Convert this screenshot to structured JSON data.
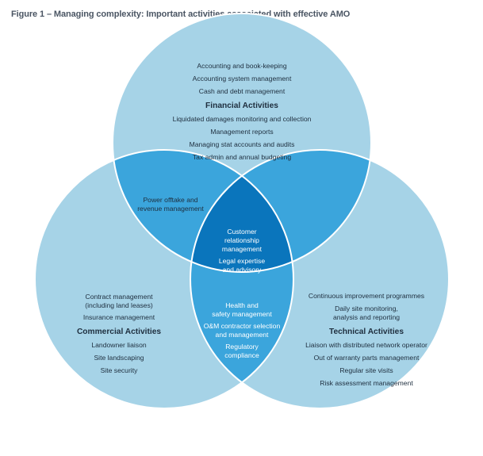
{
  "figure_title": "Figure 1 – Managing complexity: Important activities associated with effective AMO",
  "colors": {
    "circle_light": "#a6d3e7",
    "pair_overlap": "#3ba5dc",
    "center_overlap": "#0a75bc",
    "outline": "#ffffff"
  },
  "financial": {
    "items_top": [
      "Accounting and book-keeping",
      "Accounting system management",
      "Cash and debt management"
    ],
    "heading": "Financial Activities",
    "items_bottom": [
      "Liquidated damages monitoring and collection",
      "Management reports",
      "Managing stat accounts and audits",
      "Tax admin and annual budgeting"
    ]
  },
  "commercial": {
    "items_top": [
      "Contract management",
      "(including land leases)",
      "Insurance management"
    ],
    "heading": "Commercial Activities",
    "items_bottom": [
      "Landowner liaison",
      "Site landscaping",
      "Site security"
    ]
  },
  "technical": {
    "items_top": [
      "Continuous improvement programmes",
      "Daily site monitoring,",
      "analysis and reporting"
    ],
    "heading": "Technical Activities",
    "items_bottom": [
      "Liaison with distributed network operator",
      "Out of warranty parts management",
      "Regular site visits",
      "Risk assessment management"
    ]
  },
  "overlap_financial_commercial": [
    "Power offtake and",
    "revenue management"
  ],
  "overlap_commercial_technical": [
    "Health and",
    "safety management",
    "O&M contractor selection",
    "and management",
    "Regulatory",
    "compliance"
  ],
  "center": [
    "Customer",
    "relationship",
    "management",
    "Legal expertise",
    "and advisory"
  ]
}
